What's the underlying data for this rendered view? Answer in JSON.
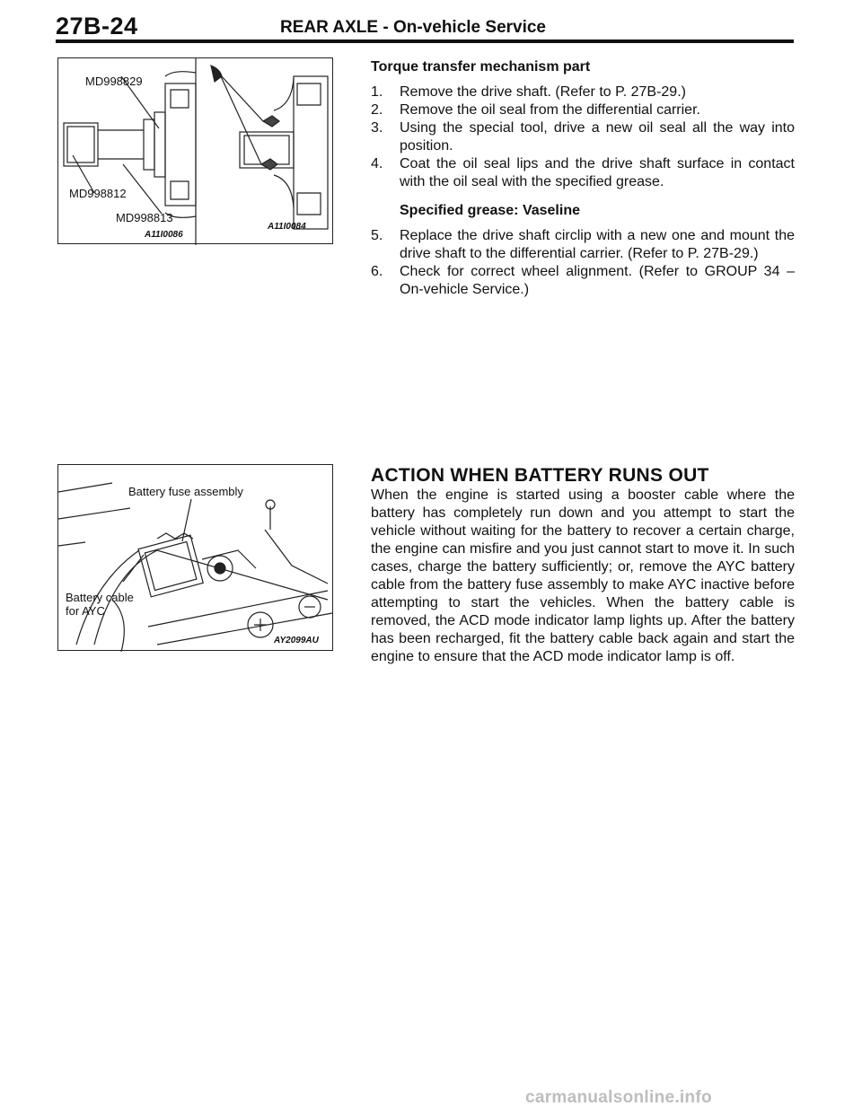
{
  "header": {
    "page_number": "27B-24",
    "title": "REAR AXLE - On-vehicle Service"
  },
  "figure1": {
    "callouts": [
      "MD998829",
      "MD998812",
      "MD998813"
    ],
    "code_left": "A11I0086",
    "code_right": "A11I0084"
  },
  "section1": {
    "heading": "Torque transfer mechanism part",
    "steps": [
      {
        "num": "1.",
        "text": "Remove the drive shaft. (Refer to P. 27B-29.)"
      },
      {
        "num": "2.",
        "text": "Remove the oil seal from the differential carrier."
      },
      {
        "num": "3.",
        "text": "Using the special tool, drive a new oil seal all the way into position."
      },
      {
        "num": "4.",
        "text": "Coat the oil seal lips and the drive shaft surface in contact with the oil seal with the specified grease."
      },
      {
        "num": "5.",
        "text": "Replace the drive shaft circlip with a new one and mount the drive shaft to the differential carrier. (Refer to P. 27B-29.)"
      },
      {
        "num": "6.",
        "text": "Check for correct wheel alignment. (Refer to GROUP 34 – On-vehicle Service.)"
      }
    ],
    "spec": "Specified grease: Vaseline"
  },
  "figure2": {
    "callout_fuse": "Battery fuse assembly",
    "callout_cable_line1": "Battery cable",
    "callout_cable_line2": "for AYC",
    "code": "AY2099AU"
  },
  "section2": {
    "heading": "ACTION WHEN BATTERY RUNS OUT",
    "body": "When the engine is started using a booster cable where the battery has completely run down and you attempt to start the vehicle without waiting for the battery to recover a certain charge, the engine can misfire and you just cannot start to move it. In such cases, charge the battery sufficiently; or, remove the AYC battery cable from the battery fuse assembly to make AYC inactive before attempting to start the vehicles. When the battery cable is removed, the ACD mode indicator lamp lights up. After the battery has been recharged, fit the battery cable back again and start the engine to ensure that the ACD mode indicator lamp is off."
  },
  "watermark": "carmanualsonline.info"
}
